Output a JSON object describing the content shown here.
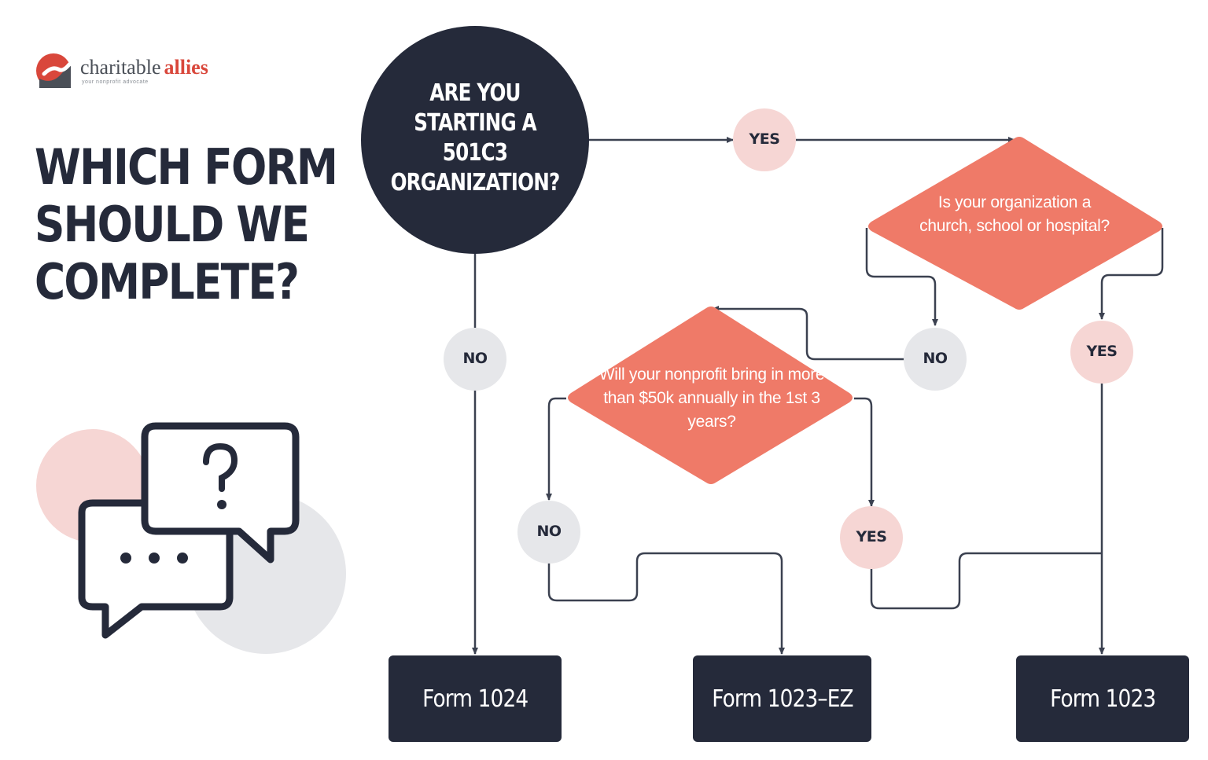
{
  "brand": {
    "name_part1": "charitable",
    "name_part2": "allies",
    "tagline": "your nonprofit advocate"
  },
  "headline": {
    "line1": "WHICH FORM",
    "line2": "SHOULD WE",
    "line3": "COMPLETE?"
  },
  "flowchart": {
    "start_question": "ARE YOU STARTING A 501C3 ORGANIZATION?",
    "decision_church": "Is your organization a church, school or hospital?",
    "decision_revenue": "Will your nonprofit bring in more than $50k annually in the 1st 3 years?",
    "labels": {
      "yes_start": "YES",
      "no_start": "NO",
      "no_church": "NO",
      "yes_church": "YES",
      "no_revenue": "NO",
      "yes_revenue": "YES"
    },
    "outcomes": {
      "form_1024": "Form 1024",
      "form_1023_ez": "Form 1023–EZ",
      "form_1023": "Form 1023"
    }
  },
  "colors": {
    "navy": "#252a3a",
    "coral": "#ef7a68",
    "pink_pill": "#f6d6d4",
    "grey_pill": "#e6e7ea",
    "line": "#3b4150",
    "brand_red": "#d9473b"
  },
  "icons": {
    "illustration": "speech-bubbles-question-icon"
  }
}
